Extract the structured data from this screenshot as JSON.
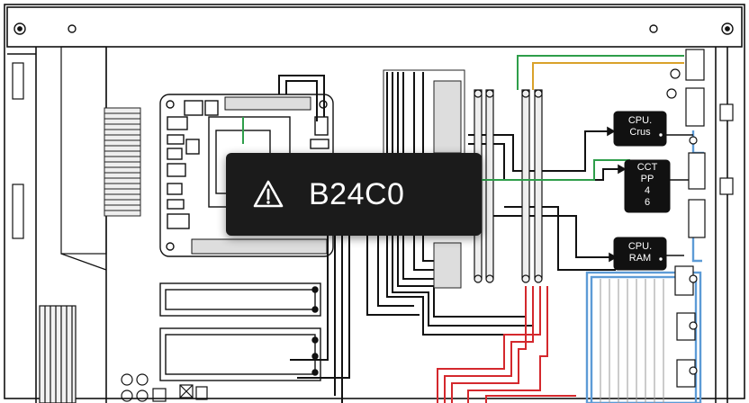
{
  "warning": {
    "icon": "warning-triangle-icon",
    "code": "B24C0"
  },
  "chips": [
    {
      "id": "cpu-crus",
      "line1": "CPU.",
      "line2": "Crus"
    },
    {
      "id": "cct-pp",
      "line1": "CCT",
      "line2": "PP",
      "line3": "4",
      "line4": "6"
    },
    {
      "id": "cpu-ram",
      "line1": "CPU.",
      "line2": "RAM"
    }
  ],
  "colors": {
    "line": "#111111",
    "wire_green": "#2e9e4a",
    "wire_orange": "#d9a12a",
    "wire_red": "#d4282d",
    "wire_blue": "#5d9bd6",
    "banner": "#1b1b1b"
  }
}
